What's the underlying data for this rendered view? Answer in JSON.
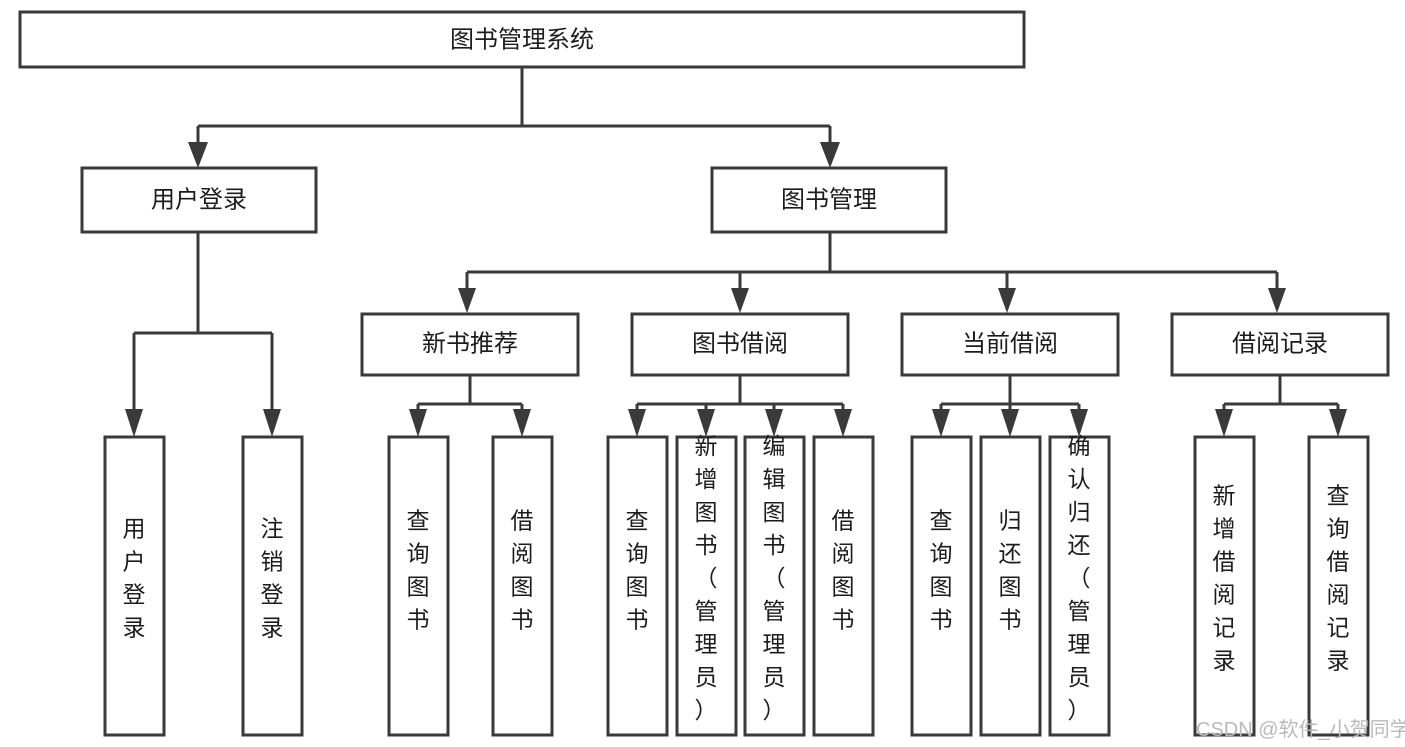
{
  "diagram": {
    "title": "图书管理系统",
    "type": "tree-flowchart",
    "root": {
      "id": "root",
      "label": "图书管理系统"
    },
    "level2": [
      {
        "id": "user-login",
        "label": "用户登录"
      },
      {
        "id": "book-manage",
        "label": "图书管理"
      }
    ],
    "level3": [
      {
        "id": "new-book-recommend",
        "label": "新书推荐",
        "parent": "book-manage"
      },
      {
        "id": "book-borrow",
        "label": "图书借阅",
        "parent": "book-manage"
      },
      {
        "id": "current-borrow",
        "label": "当前借阅",
        "parent": "book-manage"
      },
      {
        "id": "borrow-record",
        "label": "借阅记录",
        "parent": "book-manage"
      }
    ],
    "leaves": [
      {
        "id": "leaf-user-login",
        "label": "用户登录",
        "parent": "user-login"
      },
      {
        "id": "leaf-logout",
        "label": "注销登录",
        "parent": "user-login"
      },
      {
        "id": "leaf-query-book-1",
        "label": "查询图书",
        "parent": "new-book-recommend"
      },
      {
        "id": "leaf-borrow-book-1",
        "label": "借阅图书",
        "parent": "new-book-recommend"
      },
      {
        "id": "leaf-query-book-2",
        "label": "查询图书",
        "parent": "book-borrow"
      },
      {
        "id": "leaf-add-book",
        "label": "新增图书（管理员）",
        "parent": "book-borrow"
      },
      {
        "id": "leaf-edit-book",
        "label": "编辑图书（管理员）",
        "parent": "book-borrow"
      },
      {
        "id": "leaf-borrow-book-2",
        "label": "借阅图书",
        "parent": "book-borrow"
      },
      {
        "id": "leaf-query-book-3",
        "label": "查询图书",
        "parent": "current-borrow"
      },
      {
        "id": "leaf-return-book",
        "label": "归还图书",
        "parent": "current-borrow"
      },
      {
        "id": "leaf-confirm-return",
        "label": "确认归还（管理员）",
        "parent": "current-borrow"
      },
      {
        "id": "leaf-add-record",
        "label": "新增借阅记录",
        "parent": "borrow-record"
      },
      {
        "id": "leaf-query-record",
        "label": "查询借阅记录",
        "parent": "borrow-record"
      }
    ],
    "watermark": "CSDN @软件_小贺同学",
    "colors": {
      "stroke": "#3a3a3a",
      "fill": "#ffffff",
      "text": "#1c1c1c",
      "watermark": "#b9b9b9",
      "background": "#ffffff"
    }
  }
}
